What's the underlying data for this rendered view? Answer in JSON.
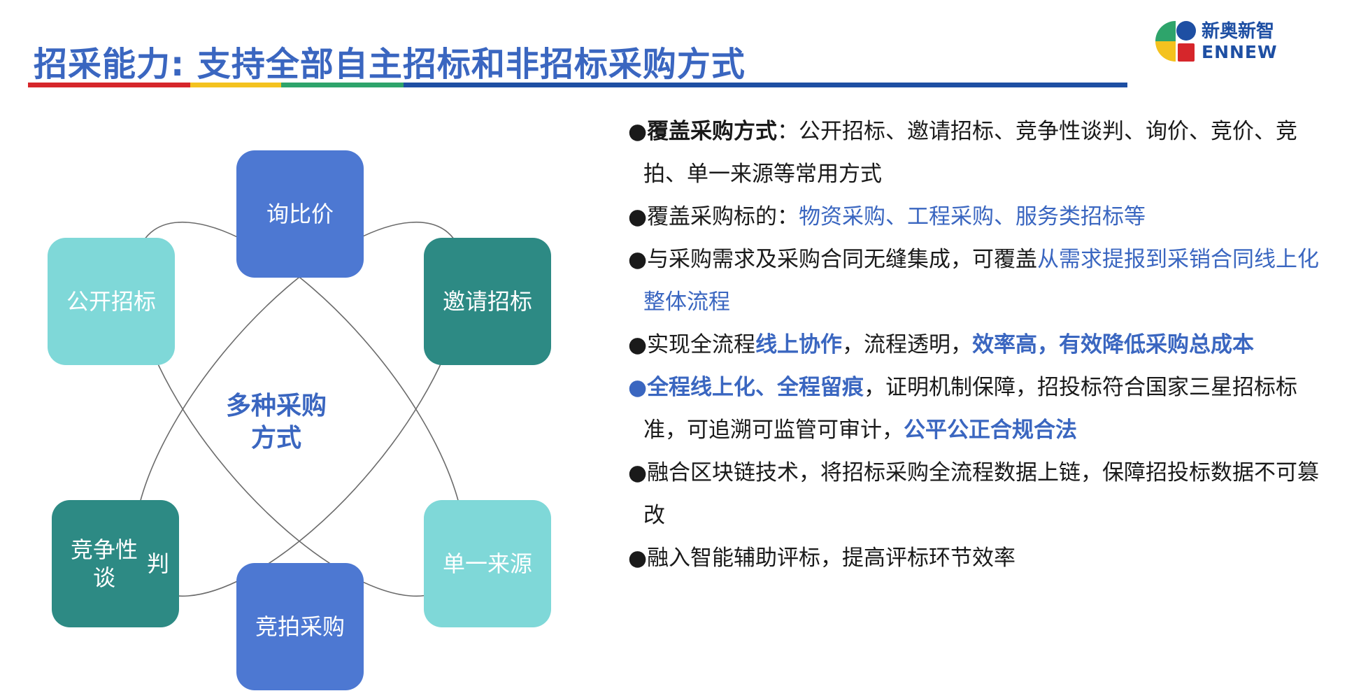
{
  "title": "招采能力: 支持全部自主招标和非招标采购方式",
  "title_bar_colors": [
    "#d6262b",
    "#f4c21f",
    "#2ea46b",
    "#1e4fa3"
  ],
  "logo": {
    "cn": "新奥新智",
    "en": "ENNEW",
    "colors": [
      "#2ea46b",
      "#f4c21f",
      "#d6262b",
      "#1e4fa3"
    ]
  },
  "diagram": {
    "center": [
      "多种采购",
      "方式"
    ],
    "nodes": [
      {
        "label": "询比价",
        "color": "blue"
      },
      {
        "label": "邀请\n招标",
        "color": "teal"
      },
      {
        "label": "单一\n来源",
        "color": "light"
      },
      {
        "label": "竞拍采购",
        "color": "blue"
      },
      {
        "label": "竞争性谈\n判",
        "color": "teal"
      },
      {
        "label": "公开\n招标",
        "color": "light"
      }
    ]
  },
  "bullets": [
    {
      "dot": "●",
      "parts": [
        {
          "text": "覆盖采购方式",
          "style": "b"
        },
        {
          "text": "：公开招标、邀请招标、竞争性谈判、询价、竞价、竞拍、单一来源等常用方式",
          "style": ""
        }
      ]
    },
    {
      "dot": "●",
      "parts": [
        {
          "text": "覆盖采购标的：",
          "style": ""
        },
        {
          "text": "物资采购、工程采购、服务类招标等",
          "style": "hl"
        }
      ]
    },
    {
      "dot": "●",
      "parts": [
        {
          "text": "与采购需求及采购合同无缝集成，可覆盖",
          "style": ""
        },
        {
          "text": "从需求提报到采销合同线上化整体流程",
          "style": "hl"
        }
      ]
    },
    {
      "dot": "●",
      "parts": [
        {
          "text": "实现全流程",
          "style": ""
        },
        {
          "text": "线上协作",
          "style": "hlb"
        },
        {
          "text": "，流程透明，",
          "style": ""
        },
        {
          "text": "效率高，有效降低采购总成本",
          "style": "hlb"
        }
      ]
    },
    {
      "dot": "●",
      "dot_style": "blue",
      "parts": [
        {
          "text": "全程线上化、全程留痕",
          "style": "hlb"
        },
        {
          "text": "，证明机制保障，招投标符合国家三星招标标准，可追溯可监管可审计，",
          "style": ""
        },
        {
          "text": "公平公正合规合法",
          "style": "hlb"
        }
      ]
    },
    {
      "dot": "●",
      "parts": [
        {
          "text": "融合区块链技术，将招标采购全流程数据上链，保障招投标数据不可篡改",
          "style": ""
        }
      ]
    },
    {
      "dot": "●",
      "parts": [
        {
          "text": "融入智能辅助评标，提高评标环节效率",
          "style": ""
        }
      ]
    }
  ]
}
